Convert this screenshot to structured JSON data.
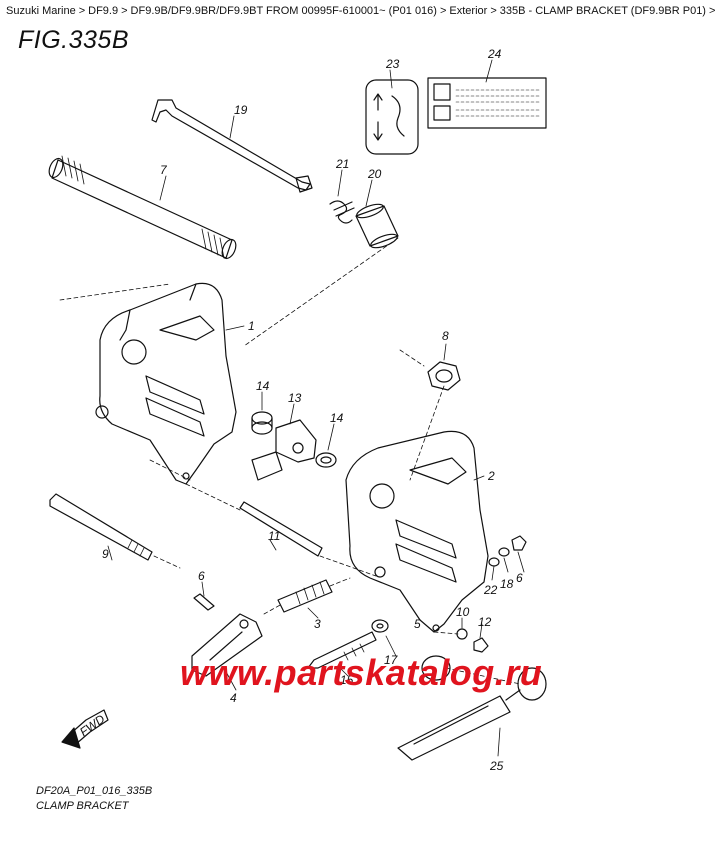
{
  "breadcrumb": [
    "Suzuki Marine",
    "DF9.9",
    "DF9.9B/DF9.9BR/DF9.9BT FROM 00995F-610001~ (P01 016)",
    "Exterior",
    "335B - CLAMP BRACKET (DF9.9BR P01)",
    ""
  ],
  "figure": {
    "title": "FIG.335B"
  },
  "callouts": {
    "c1": "1",
    "c2": "2",
    "c3": "3",
    "c4": "4",
    "c5": "5",
    "c6a": "6",
    "c6b": "6",
    "c7": "7",
    "c8": "8",
    "c9": "9",
    "c10": "10",
    "c11": "11",
    "c12": "12",
    "c13": "13",
    "c14a": "14",
    "c14b": "14",
    "c15": "15",
    "c16": "16",
    "c17": "17",
    "c18": "18",
    "c19": "19",
    "c20": "20",
    "c21": "21",
    "c22": "22",
    "c23": "23",
    "c24": "24",
    "c25": "25"
  },
  "fwd_label": "FWD",
  "watermark": "www.partskatalog.ru",
  "footer": {
    "code": "DF20A_P01_016_335B",
    "name": "CLAMP BRACKET"
  },
  "colors": {
    "line": "#111111",
    "watermark": "#e0141e",
    "background": "#ffffff"
  }
}
